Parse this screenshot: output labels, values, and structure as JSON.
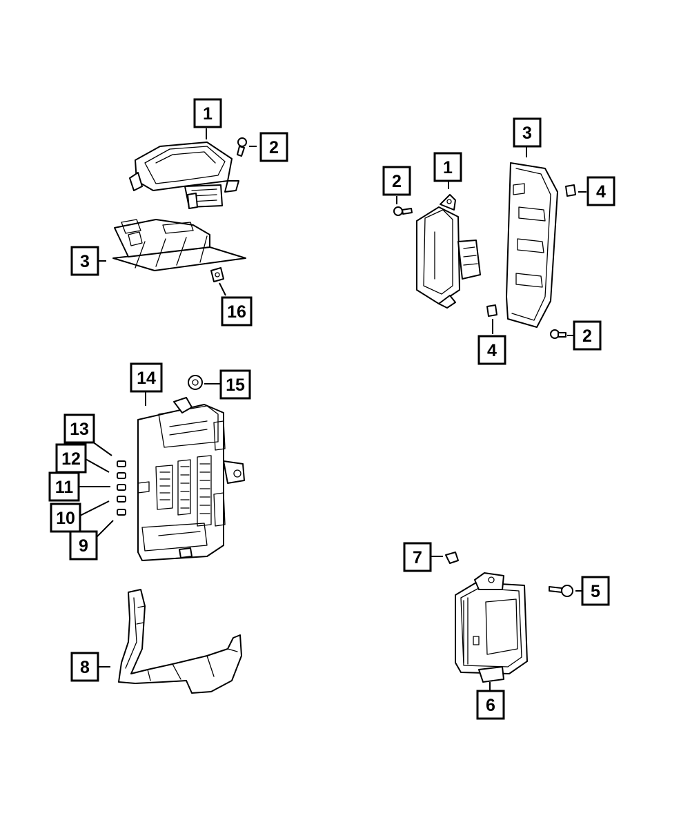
{
  "callouts": {
    "tl_1": "1",
    "tl_2": "2",
    "tl_3": "3",
    "tl_16": "16",
    "tr_3": "3",
    "tr_2a": "2",
    "tr_1": "1",
    "tr_4a": "4",
    "tr_4b": "4",
    "tr_2b": "2",
    "ml_14": "14",
    "ml_15": "15",
    "ml_13": "13",
    "ml_12": "12",
    "ml_11": "11",
    "ml_10": "10",
    "ml_9": "9",
    "bl_8": "8",
    "br_7": "7",
    "br_5": "5",
    "br_6": "6"
  },
  "colors": {
    "line": "#000000",
    "background": "#ffffff"
  }
}
